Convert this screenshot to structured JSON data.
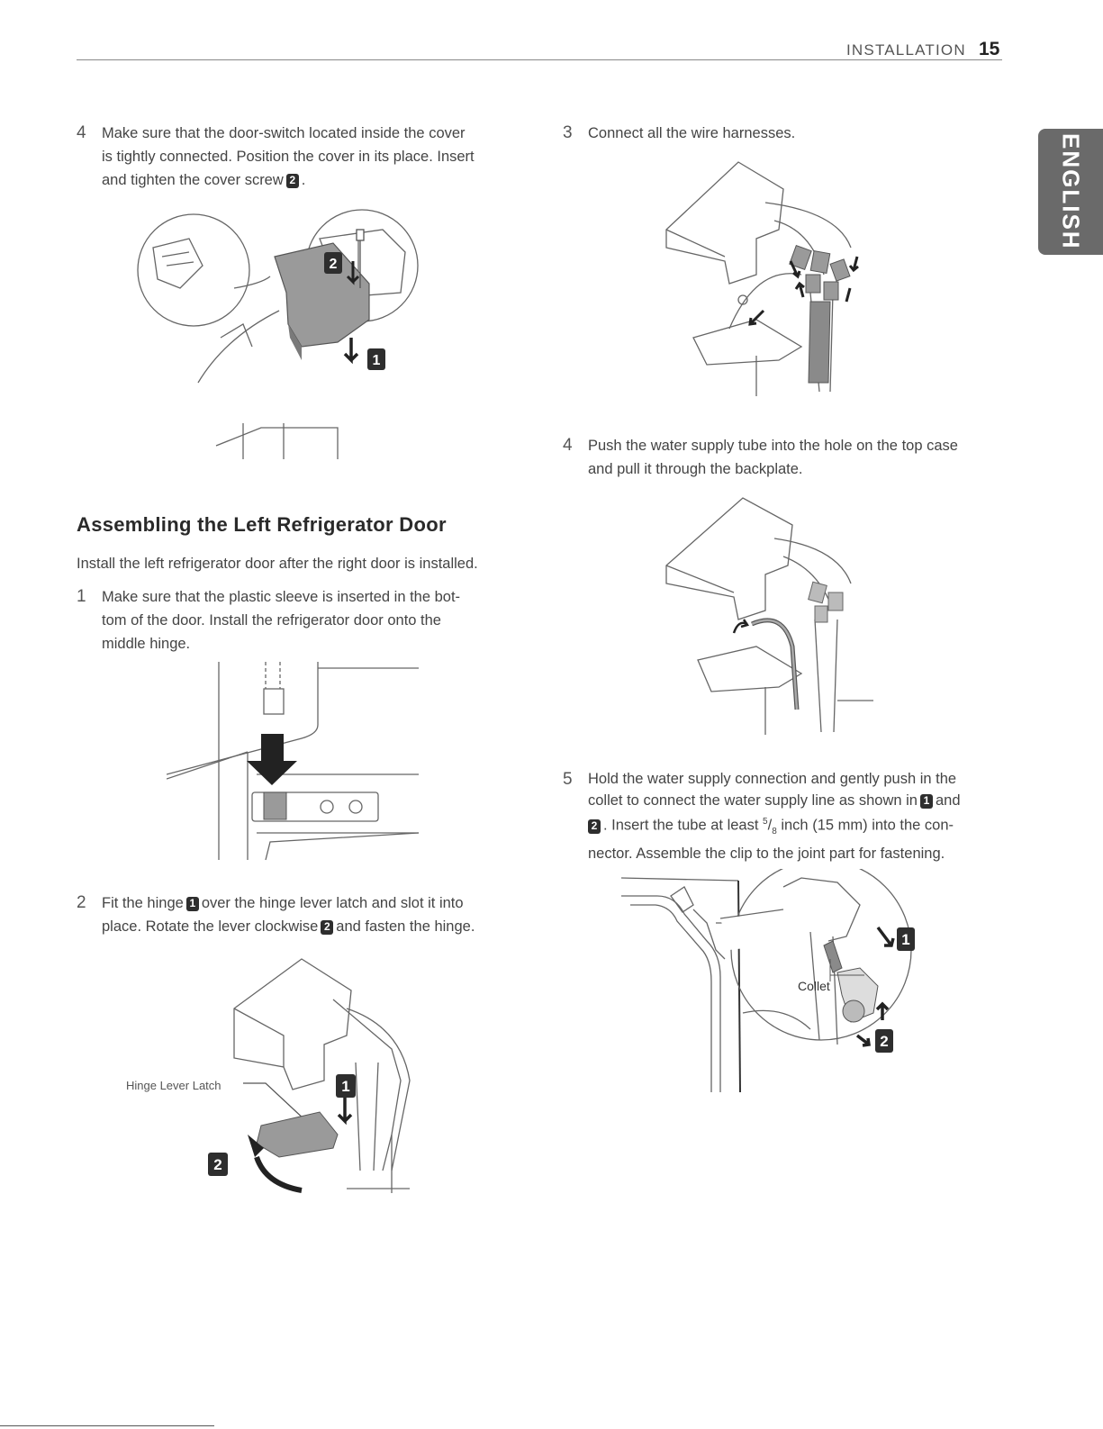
{
  "header": {
    "section": "INSTALLATION",
    "page_number": "15"
  },
  "language_tab": "ENGLISH",
  "left_column": {
    "step4": {
      "number": "4",
      "line1": "Make sure that the door-switch located inside the cover",
      "line2": "is tightly connected. Position the cover in its place. Insert",
      "line3": "and tighten the cover screw",
      "badge": "2",
      "end": "."
    },
    "figure1_badges": [
      "2",
      "1"
    ],
    "section_title": "Assembling the Left Refrigerator Door",
    "intro": "Install the left refrigerator door after the right door is installed.",
    "step1": {
      "number": "1",
      "line1": "Make sure that the plastic sleeve is inserted in the bot-",
      "line2": "tom of the door. Install the refrigerator door onto the",
      "line3": "middle hinge."
    },
    "step2": {
      "number": "2",
      "line1_a": "Fit the hinge",
      "badge1": "1",
      "line1_b": "over the hinge lever latch and slot it into",
      "line2_a": "place. Rotate the lever clockwise",
      "badge2": "2",
      "line2_b": "and fasten the hinge."
    },
    "figure3_label": "Hinge Lever Latch",
    "figure3_badges": [
      "1",
      "2"
    ]
  },
  "right_column": {
    "step3": {
      "number": "3",
      "text": "Connect all the wire harnesses."
    },
    "step4": {
      "number": "4",
      "line1": "Push the water supply tube into the hole on the top case",
      "line2": "and pull it through the backplate."
    },
    "step5": {
      "number": "5",
      "line1_a": "Hold the water supply connection and gently push in the",
      "line2_a": "collet to connect the water supply line as shown in",
      "badge1": "1",
      "line2_b": "and",
      "badge2": "2",
      "line3_a": ". Insert the tube at least",
      "frac_num": "5",
      "frac_den": "8",
      "line3_b": "inch (15 mm) into the con-",
      "line4": "nector. Assemble the clip to the joint part for fastening."
    },
    "figure_collet_label": "Collet",
    "figure_collet_badges": [
      "1",
      "2"
    ]
  },
  "colors": {
    "badge": "#2e2e2e",
    "tab": "#6a6a6a",
    "line_art": "#666666",
    "part_gray": "#9a9a9a"
  }
}
